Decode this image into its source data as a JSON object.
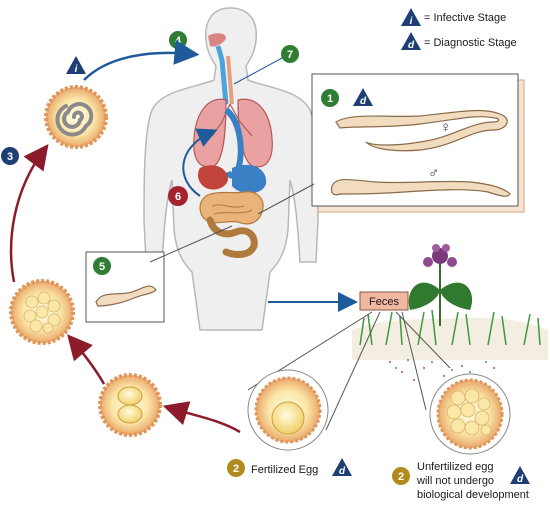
{
  "legend": {
    "infective_symbol": "i",
    "infective_label": "= Infective Stage",
    "diagnostic_symbol": "d",
    "diagnostic_label": "= Diagnostic Stage"
  },
  "steps": {
    "s1": "1",
    "s2a": "2",
    "s2b": "2",
    "s3": "3",
    "s4": "4",
    "s5": "5",
    "s6": "6",
    "s7": "7"
  },
  "feces_label": "Feces",
  "fertilized_label": "Fertilized Egg",
  "unfertilized_line1": "Unfertilized egg",
  "unfertilized_line2": "will not undergo",
  "unfertilized_line3": "biological development",
  "sex_female": "♀",
  "sex_male": "♂",
  "colors": {
    "blue_arrow": "#1f5b9b",
    "red_arrow": "#8c1c2c",
    "green_badge": "#2e7d32",
    "navy_badge": "#1d3f73",
    "red_badge": "#a3232f",
    "gold_badge": "#b08a1a",
    "worm_fill": "#f2dcc0",
    "worm_stroke": "#8b6b4a",
    "panel_bg": "#f7e2cf",
    "feces_box": "#f0b8a0"
  }
}
